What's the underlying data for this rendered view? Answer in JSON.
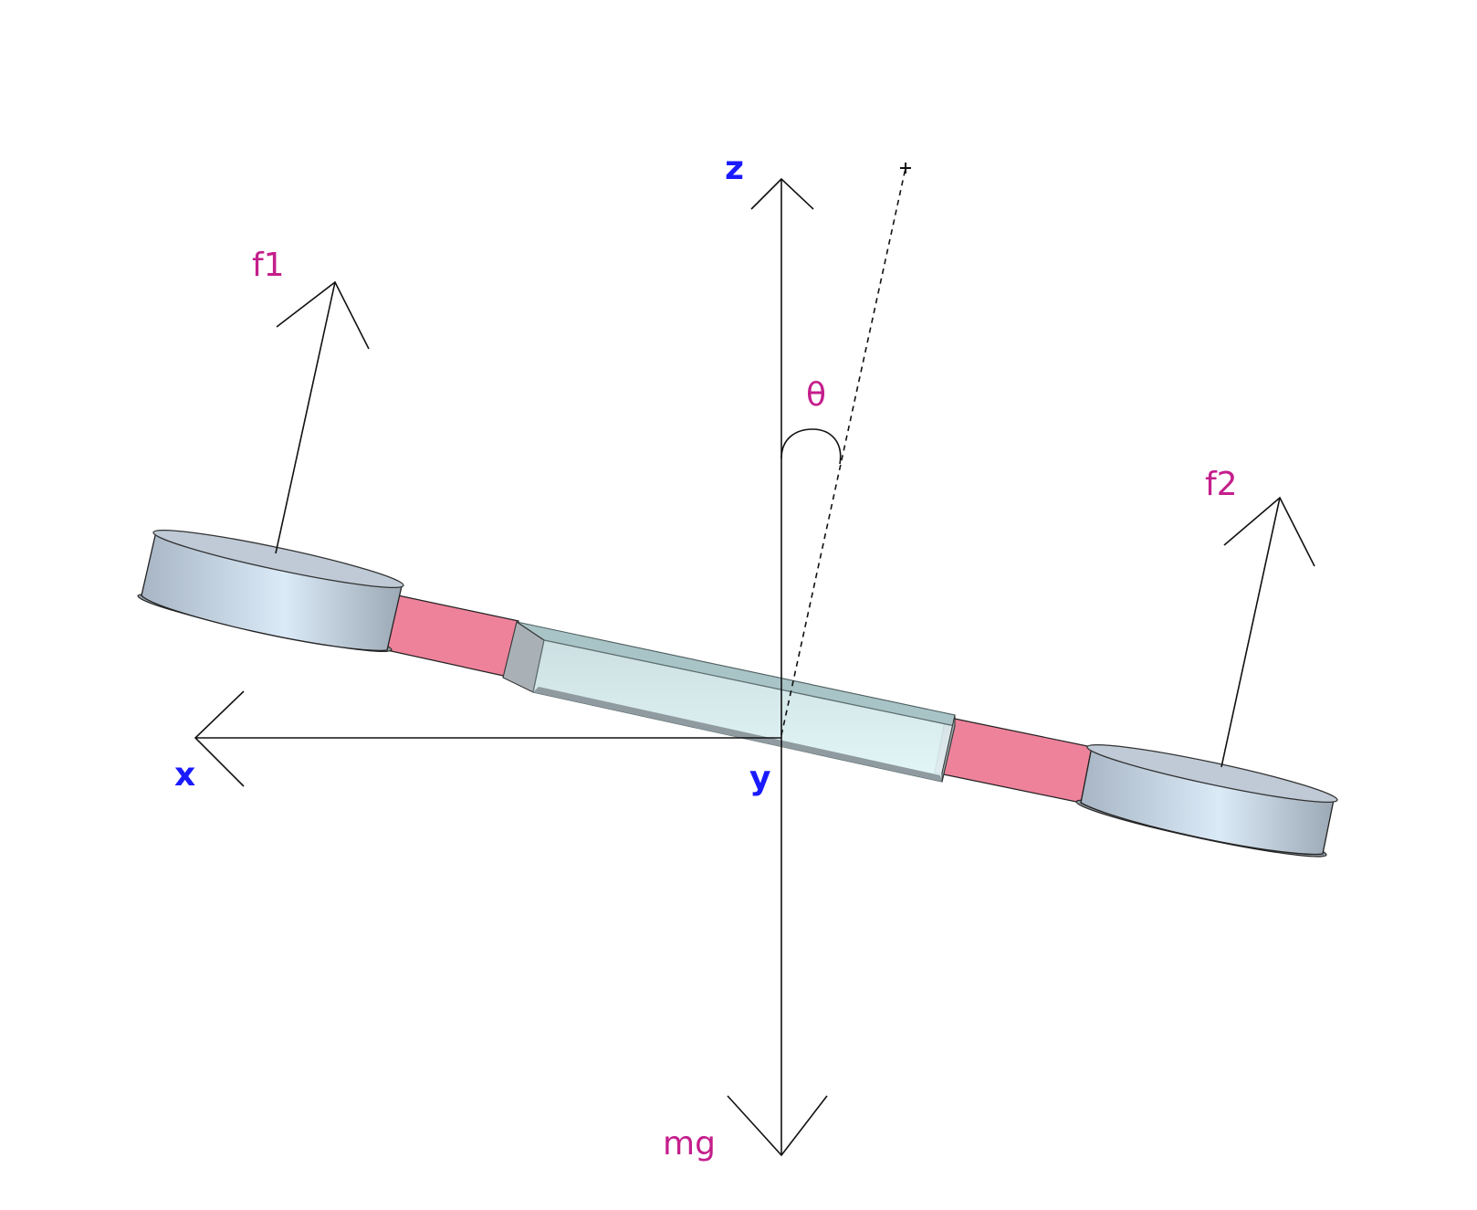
{
  "labels": {
    "z_axis": "z",
    "x_axis": "x",
    "y_axis": "y",
    "force_1": "f1",
    "force_2": "f2",
    "gravity": "mg",
    "angle": "θ"
  },
  "colors": {
    "axis_label": "#1a1aff",
    "force_label": "#c41e8c",
    "line": "#111111",
    "arm": "#ee829b",
    "rotor_fill": "#d9e6f3",
    "rotor_edge": "#a9b2ba",
    "body_fill": "#dbf3f5",
    "body_edge": "#9fb3b5"
  }
}
